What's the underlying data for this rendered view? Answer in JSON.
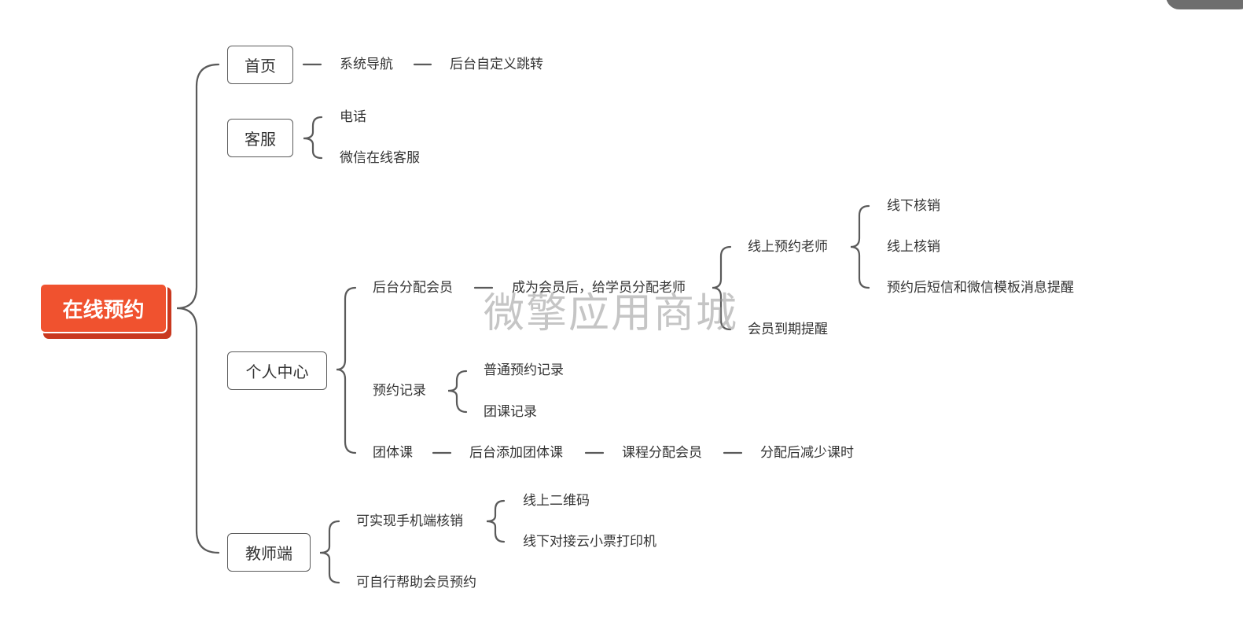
{
  "root": {
    "label": "在线预约",
    "color": "#f0522f"
  },
  "branches": {
    "home": {
      "label": "首页",
      "chain": [
        "系统导航",
        "后台自定义跳转"
      ]
    },
    "service": {
      "label": "客服",
      "items": [
        "电话",
        "微信在线客服"
      ]
    },
    "personal": {
      "label": "个人中心",
      "assign": {
        "label": "后台分配会员",
        "next": "成为会员后，给学员分配老师",
        "online_teacher": {
          "label": "线上预约老师",
          "items": [
            "线下核销",
            "线上核销",
            "预约后短信和微信模板消息提醒"
          ]
        },
        "expire": "会员到期提醒"
      },
      "records": {
        "label": "预约记录",
        "items": [
          "普通预约记录",
          "团课记录"
        ]
      },
      "group": {
        "chain": [
          "团体课",
          "后台添加团体课",
          "课程分配会员",
          "分配后减少课时"
        ]
      }
    },
    "teacher": {
      "label": "教师端",
      "verify": {
        "label": "可实现手机端核销",
        "items": [
          "线上二维码",
          "线下对接云小票打印机"
        ]
      },
      "help": "可自行帮助会员预约"
    }
  },
  "watermark": "微擎应用商城",
  "line_color": "#5a5a5a"
}
